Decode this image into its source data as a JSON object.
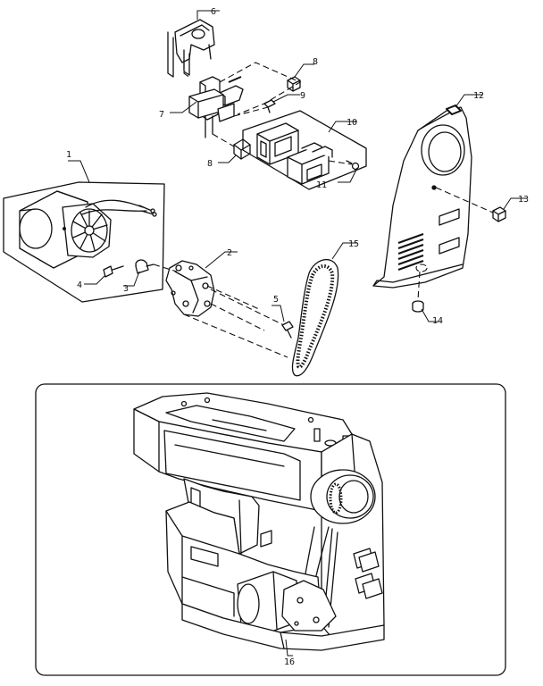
{
  "diagram": {
    "callouts": {
      "c1": "1",
      "c2": "2",
      "c3": "3",
      "c4": "4",
      "c5": "5",
      "c6": "6",
      "c7": "7",
      "c8a": "8",
      "c8b": "8",
      "c9": "9",
      "c10": "10",
      "c11": "11",
      "c12": "12",
      "c13": "13",
      "c14": "14",
      "c15": "15",
      "c16": "16"
    }
  }
}
